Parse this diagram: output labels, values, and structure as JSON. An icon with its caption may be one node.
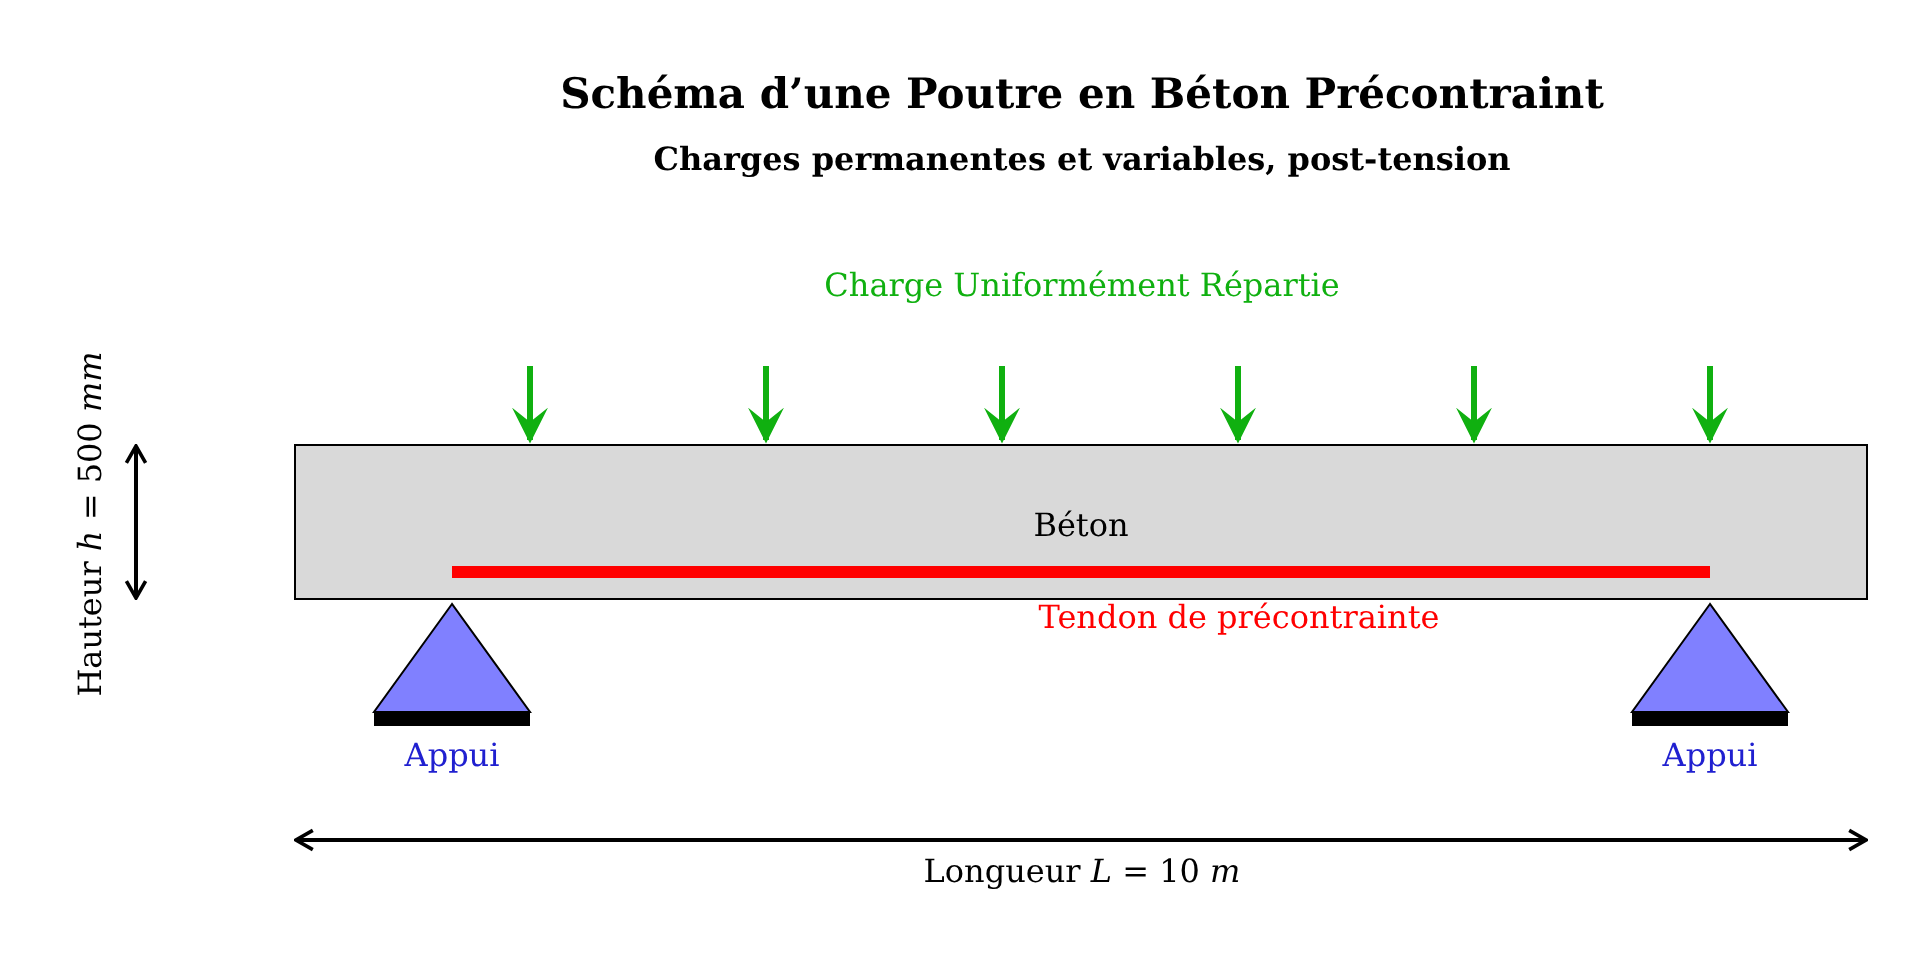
{
  "diagram": {
    "title": "Schéma d’une Poutre en Béton Précontraint",
    "nodes": [
      {
        "text": [
          "Béton"
        ]
      },
      {
        "text": [],
        "shape": "bar",
        "in": 0,
        "beside": [
          "Tendon de précontrainte"
        ]
      },
      {
        "text": [
          "Appui"
        ]
      },
      {
        "text": [
          "Appui"
        ]
      }
    ],
    "labels": [
      "Charges permanentes et variables, post-tension",
      "Charge Uniformément Répartie",
      "Hauteur *h* = 500 *mm*",
      "Longueur *L* = 10 *m*"
    ]
  }
}
